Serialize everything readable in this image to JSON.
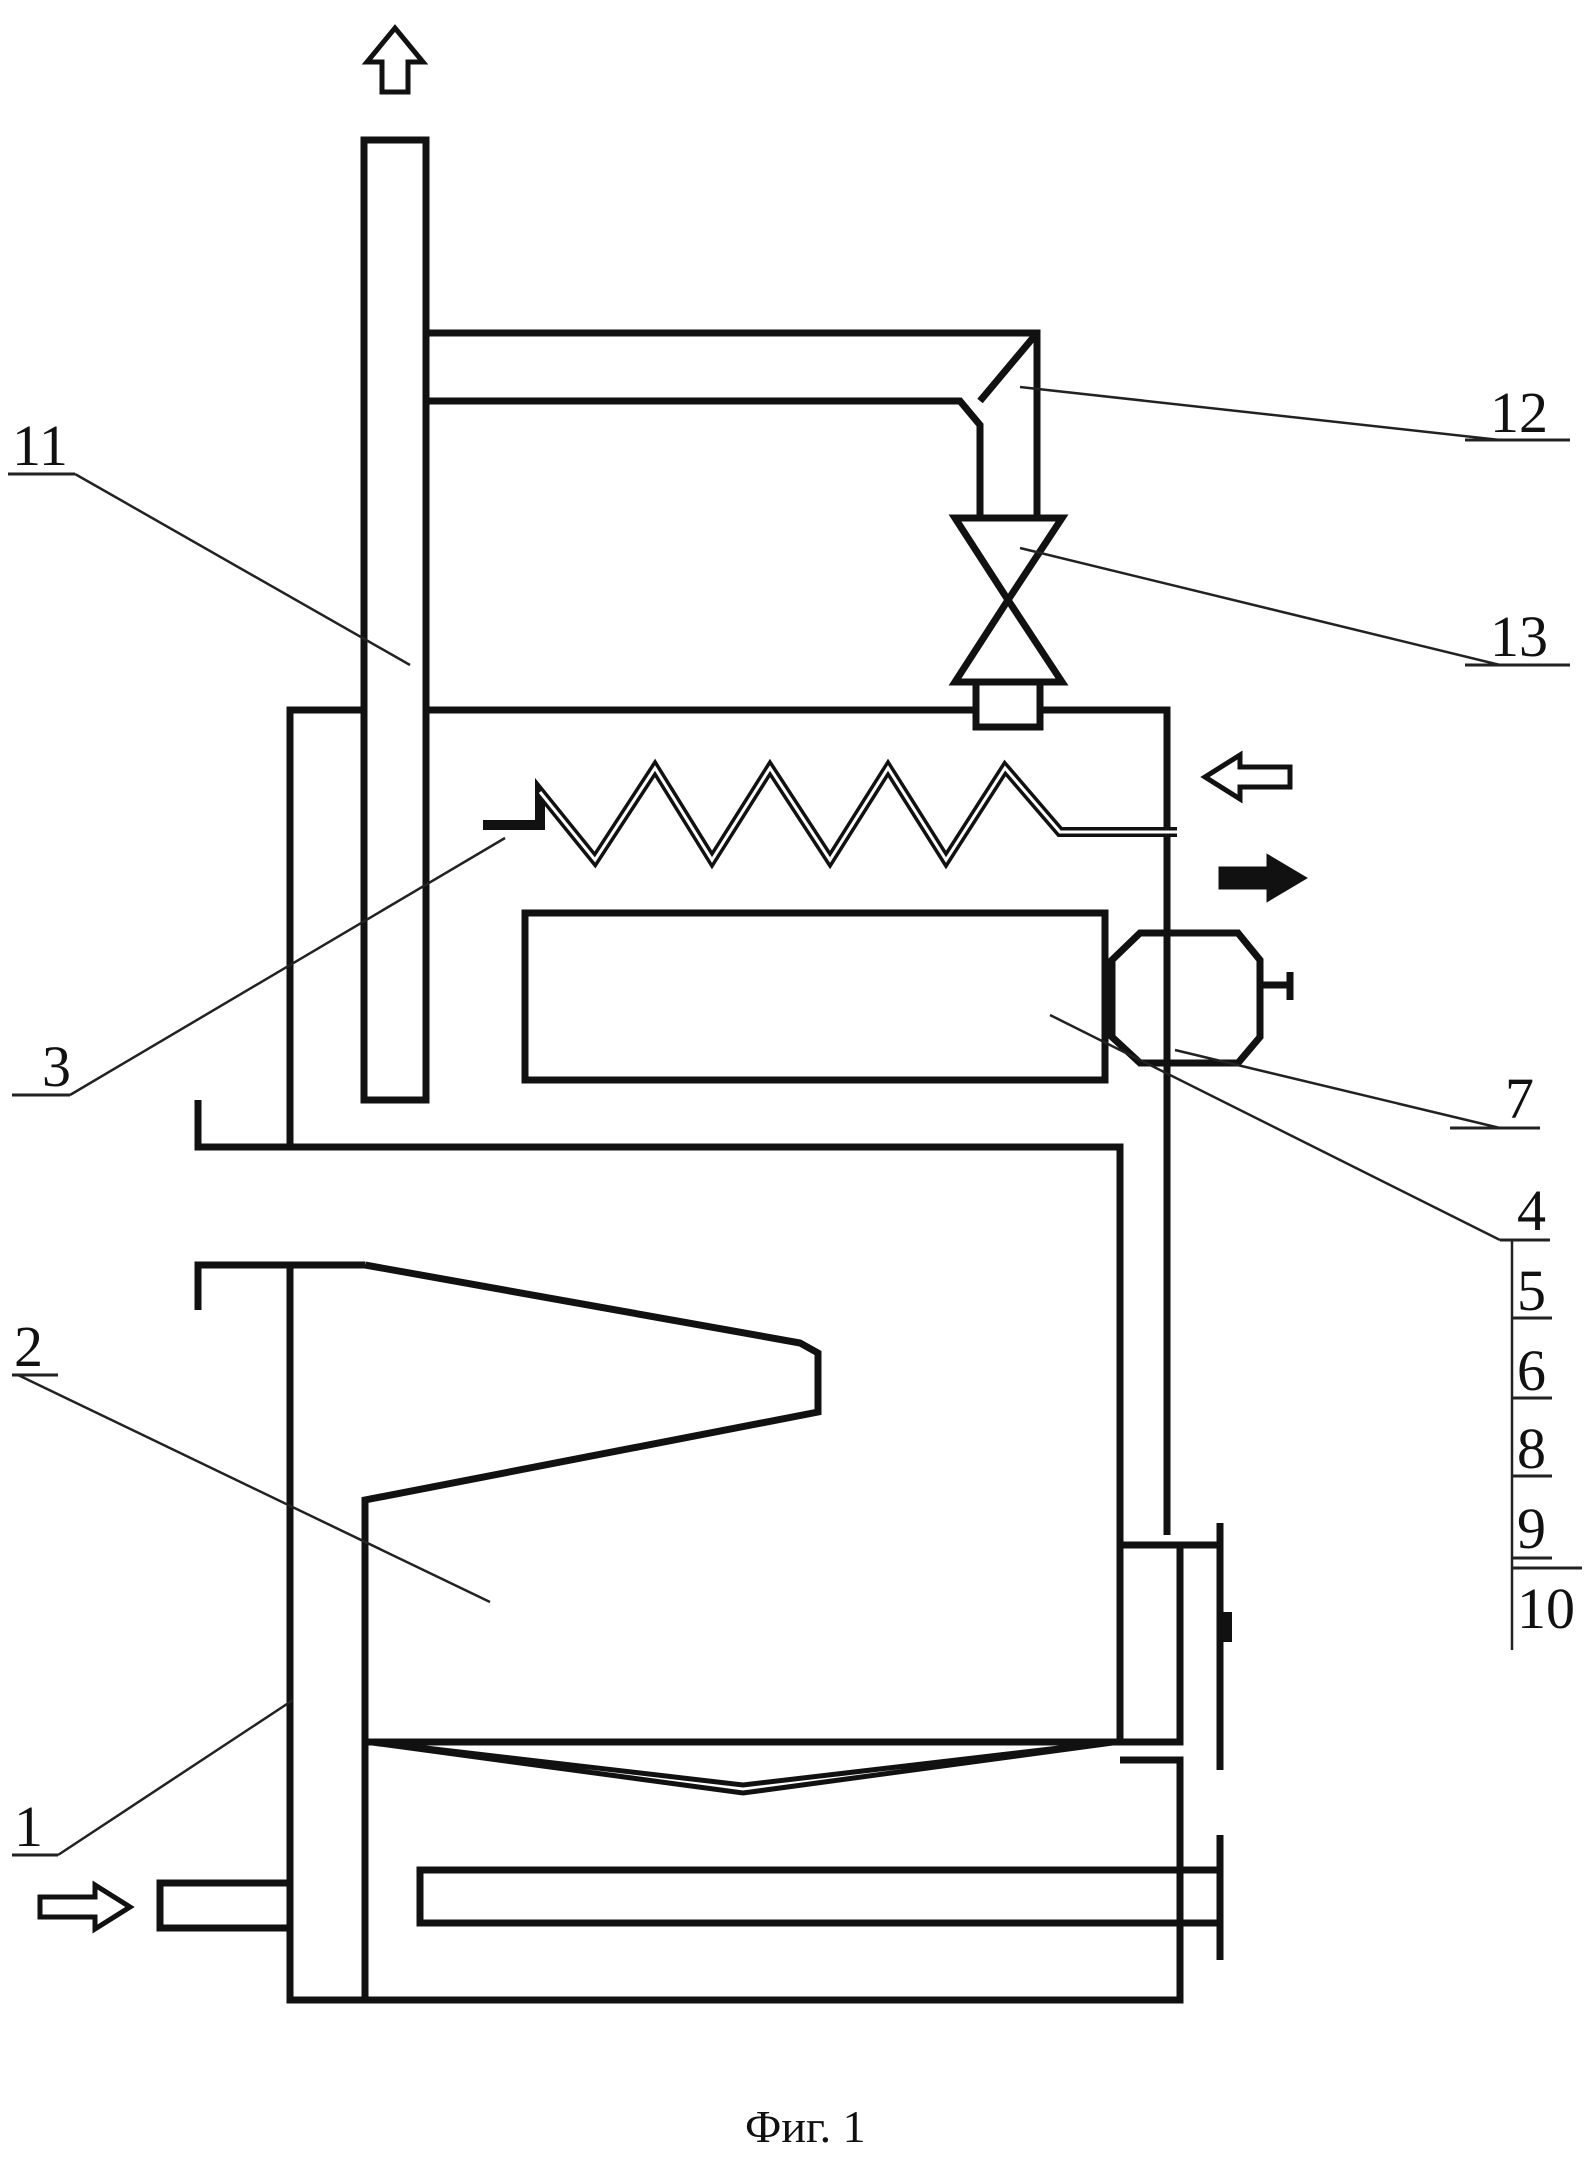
{
  "labels": {
    "l1": "1",
    "l2": "2",
    "l3": "3",
    "l4": "4",
    "l5": "5",
    "l6": "6",
    "l7": "7",
    "l8": "8",
    "l9": "9",
    "l10": "10",
    "l11": "11",
    "l12": "12",
    "l13": "13"
  },
  "caption": "Фиг. 1"
}
